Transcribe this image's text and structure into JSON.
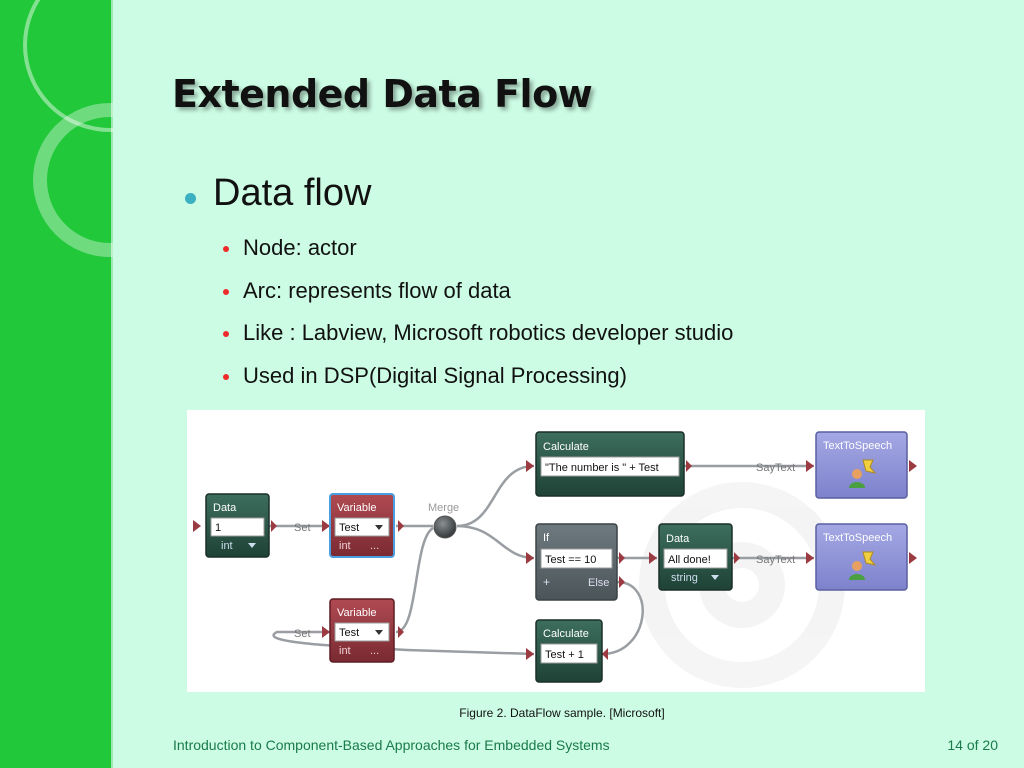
{
  "slide": {
    "title": "Extended Data Flow",
    "bullet": "Data flow",
    "subbullets": [
      "Node: actor",
      "Arc: represents flow of data",
      "Like : Labview, Microsoft robotics developer studio",
      "Used in DSP(Digital Signal Processing)"
    ],
    "caption": "Figure 2. DataFlow sample. [Microsoft]",
    "footer": "Introduction to Component-Based Approaches for Embedded Systems",
    "page": "14 of 20"
  },
  "diagram": {
    "data1": {
      "header": "Data",
      "value": "1",
      "type": "int"
    },
    "var1": {
      "header": "Variable",
      "value": "Test",
      "type": "int",
      "more": "..."
    },
    "var2": {
      "header": "Variable",
      "value": "Test",
      "type": "int",
      "more": "..."
    },
    "merge": "Merge",
    "calc1": {
      "header": "Calculate",
      "value": "\"The number is \" + Test"
    },
    "if": {
      "header": "If",
      "value": "Test == 10",
      "plus": "+",
      "else": "Else"
    },
    "data2": {
      "header": "Data",
      "value": "All done!",
      "type": "string"
    },
    "calc2": {
      "header": "Calculate",
      "value": "Test + 1"
    },
    "tts1": {
      "header": "TextToSpeech"
    },
    "tts2": {
      "header": "TextToSpeech"
    },
    "labels": {
      "set1": "Set",
      "set2": "Set",
      "saytext1": "SayText",
      "saytext2": "SayText"
    }
  },
  "colors": {
    "background": "#ccfce4",
    "sidebar": "#21c83a",
    "variable_node": "#9c3a42",
    "data_node": "#2d5a4c",
    "tts_node": "#8f93d6",
    "sub_bullet": "#ee2b2b",
    "bullet": "#3ab0c0",
    "footer_text": "#1a7a4a"
  }
}
